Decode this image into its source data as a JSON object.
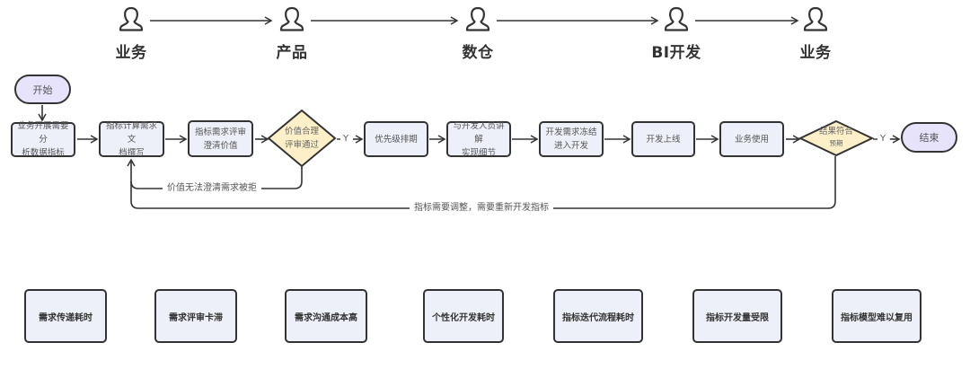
{
  "roles": [
    {
      "label": "业务",
      "icon": "user-icon"
    },
    {
      "label": "产品",
      "icon": "user-icon"
    },
    {
      "label": "数仓",
      "icon": "user-icon"
    },
    {
      "label": "BI开发",
      "icon": "user-icon"
    },
    {
      "label": "业务",
      "icon": "user-icon"
    }
  ],
  "flow": {
    "start": "开始",
    "end": "结束",
    "steps": [
      {
        "line1": "业务开展需要分",
        "line2": "析数据指标"
      },
      {
        "line1": "指标计算需求文",
        "line2": "档撰写"
      },
      {
        "line1": "指标需求评审",
        "line2": "澄清价值"
      },
      {
        "line1": "优先级排期",
        "line2": ""
      },
      {
        "line1": "与开发人员讲解",
        "line2": "实现细节"
      },
      {
        "line1": "开发需求冻结",
        "line2": "进入开发"
      },
      {
        "line1": "开发上线",
        "line2": ""
      },
      {
        "line1": "业务使用",
        "line2": ""
      }
    ],
    "decisions": [
      {
        "line1": "价值合理",
        "line2": "评审通过",
        "yes_label": "Y"
      },
      {
        "line1": "结果符合",
        "line2": "预期",
        "yes_label": "Y"
      }
    ],
    "loops": [
      {
        "label": "价值无法澄清需求被拒"
      },
      {
        "label": "指标需要调整，需要重新开发指标"
      }
    ]
  },
  "pain_points": [
    "需求传递耗时",
    "需求评审卡滞",
    "需求沟通成本高",
    "个性化开发耗时",
    "指标迭代流程耗时",
    "指标开发量受限",
    "指标模型难以复用"
  ],
  "colors": {
    "box_fill": "#eef0f9",
    "terminal_fill": "#e6e3fb",
    "decision_fill": "#fdf0c8",
    "stroke": "#333333"
  }
}
